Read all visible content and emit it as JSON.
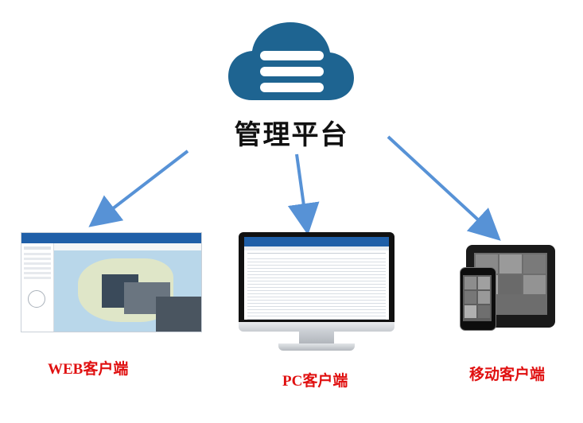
{
  "platform": {
    "title": "管理平台",
    "icon": "cloud-database-icon",
    "color": "#1e6491"
  },
  "arrow_color": "#3a7fd0",
  "clients": [
    {
      "label": "WEB客户端",
      "image": "web-client-screenshot"
    },
    {
      "label": "PC客户端",
      "image": "pc-monitor-screenshot"
    },
    {
      "label": "移动客户端",
      "image": "mobile-devices-photo"
    }
  ]
}
